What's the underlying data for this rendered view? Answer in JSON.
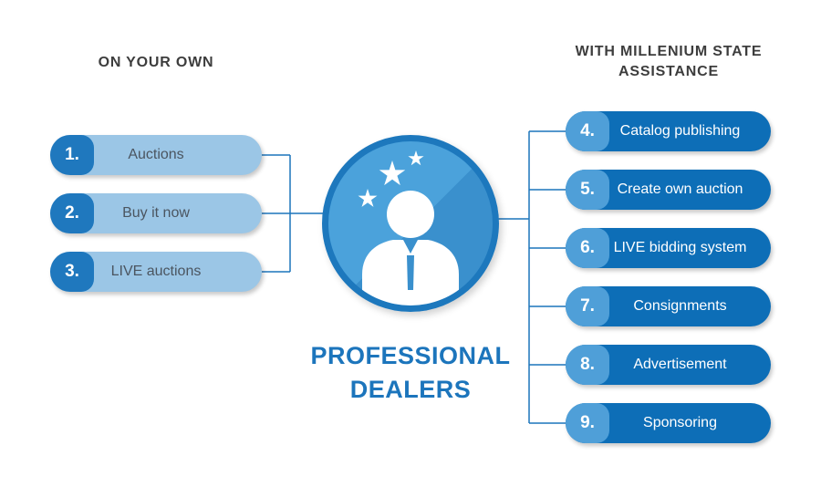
{
  "diagram": {
    "left": {
      "header": "ON YOUR OWN",
      "items": [
        {
          "number": "1.",
          "label": "Auctions"
        },
        {
          "number": "2.",
          "label": "Buy it now"
        },
        {
          "number": "3.",
          "label": "LIVE auctions"
        }
      ]
    },
    "right": {
      "header_line1": "WITH MILLENIUM STATE",
      "header_line2": "ASSISTANCE",
      "items": [
        {
          "number": "4.",
          "label": "Catalog publishing"
        },
        {
          "number": "5.",
          "label": "Create own auction"
        },
        {
          "number": "6.",
          "label": "LIVE bidding system"
        },
        {
          "number": "7.",
          "label": "Consignments"
        },
        {
          "number": "8.",
          "label": "Advertisement"
        },
        {
          "number": "9.",
          "label": "Sponsoring"
        }
      ]
    },
    "center": {
      "title_line1": "PROFESSIONAL",
      "title_line2": "DEALERS",
      "icon": "dealer-person-with-stars-icon"
    },
    "colors": {
      "accent_blue": "#1c75bc",
      "left_pill_body": "#9bc6e6",
      "left_pill_number": "#1f78be",
      "right_pill_body": "#0d6eb7",
      "right_pill_number": "#4f9fd8",
      "heading_text": "#3d3d3d",
      "left_label_text": "#4b5560"
    }
  }
}
